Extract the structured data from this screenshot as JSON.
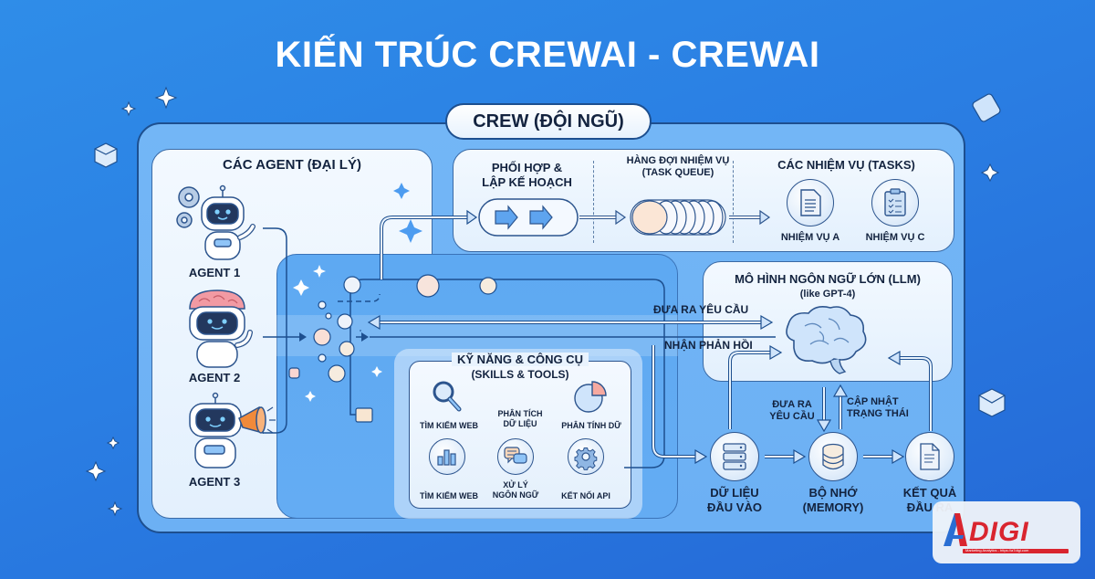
{
  "title": "KIẾN TRÚC CREWAI - CREWAI",
  "crew": {
    "label": "CREW (ĐỘI NGŨ)"
  },
  "agents": {
    "title": "CÁC AGENT (ĐẠI LÝ)",
    "items": [
      {
        "label": "AGENT 1",
        "icon": "robot-gears-icon"
      },
      {
        "label": "AGENT 2",
        "icon": "robot-brain-icon"
      },
      {
        "label": "AGENT 3",
        "icon": "robot-megaphone-icon"
      }
    ]
  },
  "flow": {
    "coordination": {
      "line1": "PHỐI HỢP &",
      "line2": "LẬP KẾ HOẠCH"
    },
    "queue": {
      "line1": "HÀNG ĐỢI NHIỆM VỤ",
      "line2": "(TASK QUEUE)"
    },
    "tasks": {
      "title": "CÁC NHIỆM VỤ (TASKS)",
      "items": [
        {
          "label": "NHIỆM VỤ A",
          "icon": "document-icon"
        },
        {
          "label": "NHIỆM VỤ C",
          "icon": "clipboard-checklist-icon"
        }
      ]
    }
  },
  "llm": {
    "title": "MÔ HÌNH NGÔN NGỮ LỚN (LLM)",
    "subtitle": "(like GPT-4)",
    "send_request": "ĐƯA RA YÊU CẦU",
    "receive_response": "NHẬN PHẢN HỒI"
  },
  "skills": {
    "title": "KỸ NĂNG & CÔNG CỤ",
    "subtitle": "(SKILLS & TOOLS)",
    "items": [
      {
        "label": "TÌM KIẾM WEB",
        "icon": "magnifier-icon"
      },
      {
        "label": "PHÂN TÍCH DỮ LIỆU",
        "line1": "PHÂN TÍCH",
        "line2": "DỮ LIỆU",
        "icon": "none"
      },
      {
        "label": "PHÂN TÍNH DỮ",
        "icon": "pie-chart-icon"
      },
      {
        "label": "TÌM KIẾM WEB",
        "icon": "bar-chart-icon"
      },
      {
        "label": "XỬ LÝ NGÔN NGỮ",
        "line1": "XỬ LÝ",
        "line2": "NGÔN NGỮ",
        "icon": "chat-bubbles-icon"
      },
      {
        "label": "KẾT NỐI API",
        "icon": "gear-icon"
      }
    ]
  },
  "memory_flow": {
    "input": {
      "line1": "DỮ LIỆU",
      "line2": "ĐẦU VÀO",
      "icon": "server-icon"
    },
    "memory": {
      "line1": "BỘ NHỚ",
      "line2": "(MEMORY)",
      "icon": "database-icon"
    },
    "output": {
      "line1": "KẾT QUẢ",
      "line2": "ĐẦU RA",
      "icon": "document-icon"
    },
    "request": {
      "line1": "ĐƯA RA",
      "line2": "YÊU CẦU"
    },
    "update": {
      "line1": "CẬP NHẬT",
      "line2": "TRẠNG THÁI"
    }
  },
  "watermark": {
    "brand": "DIGI",
    "mark": "A7",
    "tagline": "Marketing Analytics - https://a7digi.com"
  },
  "colors": {
    "background": "#2a7ee3",
    "panel": "#eef6fe",
    "border": "#1d4f8f",
    "accent": "#4d9cf0",
    "brand_red": "#d9252f"
  }
}
